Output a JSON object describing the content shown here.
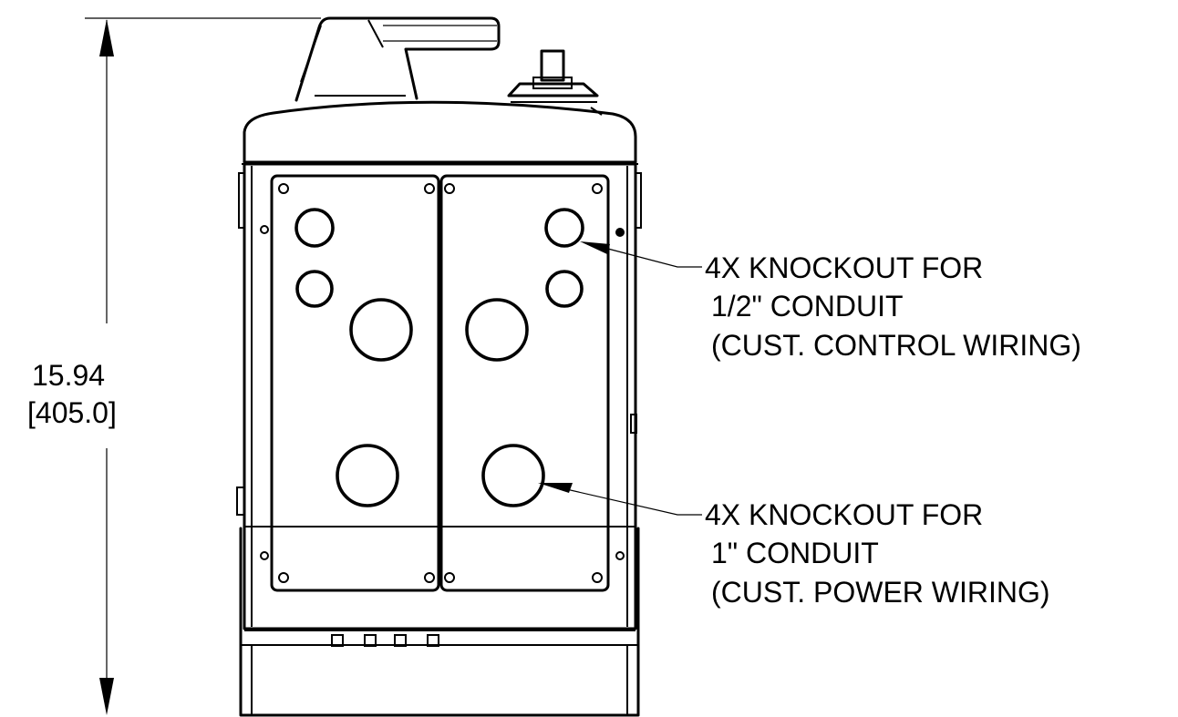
{
  "dimension": {
    "value_in": "15.94",
    "value_mm": "[405.0]"
  },
  "callouts": [
    {
      "lines": [
        "4X KNOCKOUT FOR",
        "1/2\" CONDUIT",
        "(CUST. CONTROL WIRING)"
      ]
    },
    {
      "lines": [
        "4X KNOCKOUT FOR",
        "1\" CONDUIT",
        "(CUST. POWER WIRING)"
      ]
    }
  ]
}
